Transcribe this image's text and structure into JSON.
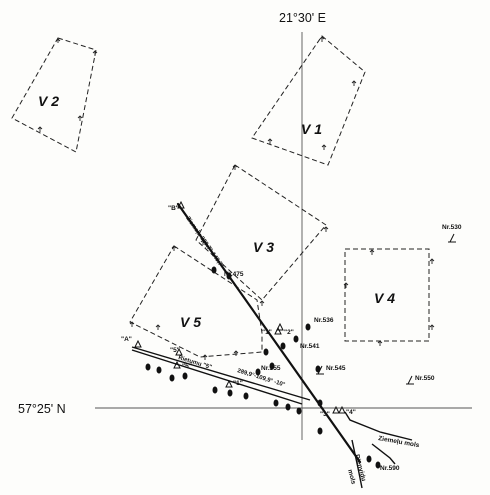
{
  "coordinates": {
    "meridian_label": "21°30' E",
    "parallel_label": "57°25' N"
  },
  "zones": [
    {
      "id": "v1",
      "label": "V 1"
    },
    {
      "id": "v2",
      "label": "V 2"
    },
    {
      "id": "v3",
      "label": "V 3"
    },
    {
      "id": "v4",
      "label": "V 4"
    },
    {
      "id": "v5",
      "label": "V 5"
    }
  ],
  "routes": {
    "north": "Ziemeļu 329,7°-149,7°",
    "straight": "Rietumu \"5\"",
    "south": "289,9°-109,9° -10°"
  },
  "markers": {
    "B": "\"B\"",
    "A": "\"A\"",
    "m5_left": "\"5\"",
    "m5": "\"5\"",
    "m1": "\"1\"",
    "m1b": "\"1\"",
    "m2": "\"2\"",
    "m3": "\"3\"",
    "m4": "\"4\""
  },
  "buoys": {
    "n475": "Nr.475",
    "n530": "Nr.530",
    "n536": "Nr.536",
    "n541": "Nr.541",
    "n545": "Nr.545",
    "n550": "Nr.550",
    "n555": "Nr.555",
    "n590": "Nr.590"
  },
  "moles": {
    "north": "Ziemeļu mols",
    "south_line1": "Dienvidu",
    "south_line2": "mols"
  }
}
